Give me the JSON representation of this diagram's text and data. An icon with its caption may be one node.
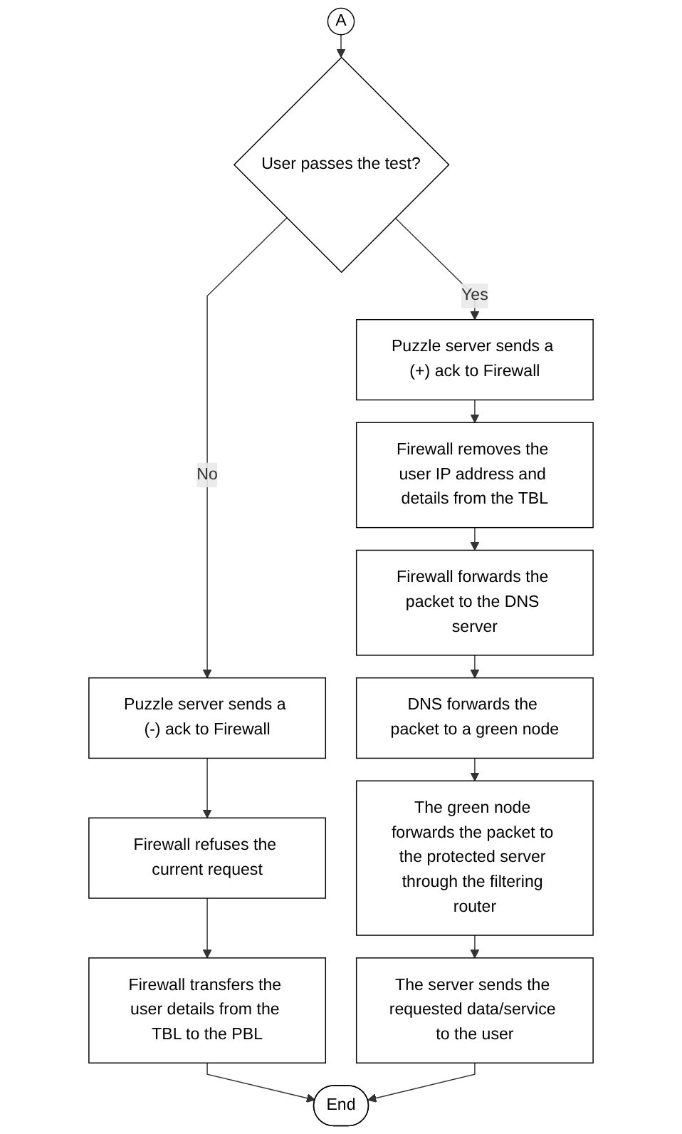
{
  "diagram": {
    "nodes": [
      {
        "text": [
          "A"
        ]
      },
      {
        "text": [
          "User passes the test?"
        ]
      },
      {
        "text": [
          "Puzzle server sends a (-) ack to Firewall"
        ]
      },
      {
        "text": [
          "Firewall refuses the current request"
        ]
      },
      {
        "text": [
          "Firewall transfers the user details from the TBL to the PBL"
        ]
      },
      {
        "text": [
          "Puzzle server sends a (+) ack to Firewall"
        ]
      },
      {
        "text": [
          "Firewall removes the user IP address and details from the TBL"
        ]
      },
      {
        "text": [
          "Firewall forwards the packet to the DNS server"
        ]
      },
      {
        "text": [
          "DNS forwards the packet to a green node"
        ]
      },
      {
        "text": [
          "The green node forwards the packet to the protected server through the filtering router"
        ]
      },
      {
        "text": [
          "The server sends the requested data/service to the user"
        ]
      },
      {
        "text": [
          "End"
        ]
      }
    ],
    "edges": [
      {
        "from": 0,
        "to": 1,
        "arrow": "to"
      },
      {
        "from": 1,
        "to": 2,
        "arrow": "to",
        "label": "No"
      },
      {
        "from": 1,
        "to": 5,
        "arrow": "to",
        "label": "Yes"
      },
      {
        "from": 2,
        "to": 3,
        "arrow": "to"
      },
      {
        "from": 3,
        "to": 4,
        "arrow": "to"
      },
      {
        "from": 5,
        "to": 6,
        "arrow": "to"
      },
      {
        "from": 6,
        "to": 7,
        "arrow": "to"
      },
      {
        "from": 7,
        "to": 8,
        "arrow": "to"
      },
      {
        "from": 8,
        "to": 9,
        "arrow": "to"
      },
      {
        "from": 9,
        "to": 10,
        "arrow": "to"
      },
      {
        "from": 4,
        "to": 11,
        "arrow": "to"
      },
      {
        "from": 10,
        "to": 11,
        "arrow": "to"
      }
    ]
  }
}
